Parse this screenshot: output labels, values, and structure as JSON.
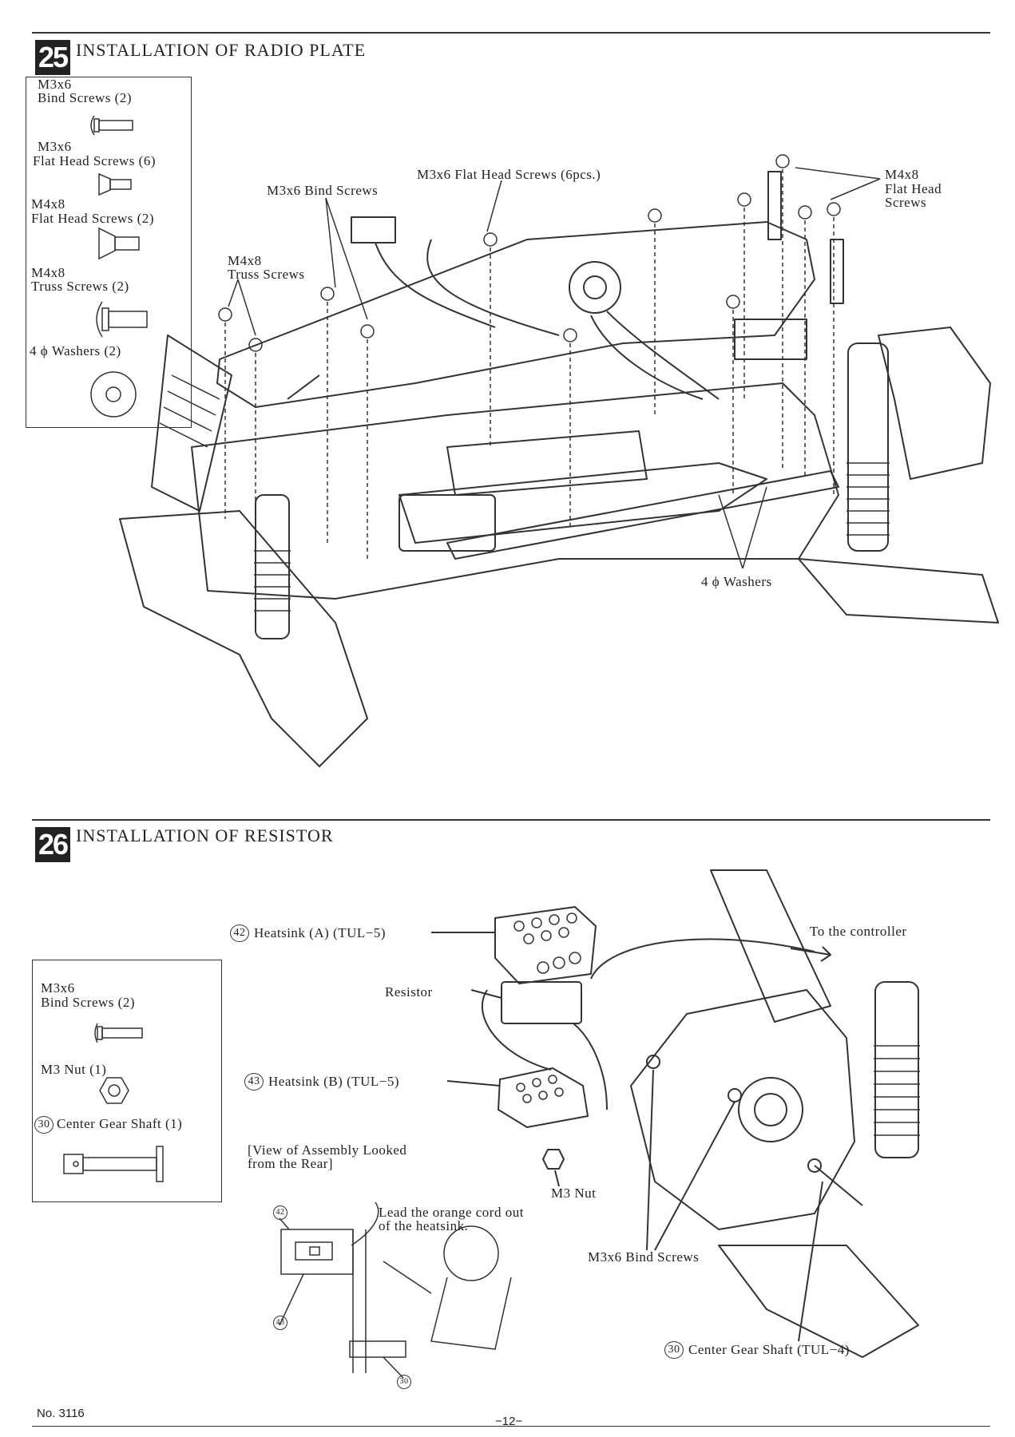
{
  "step25": {
    "number": "25",
    "title": "INSTALLATION OF RADIO PLATE",
    "parts": [
      {
        "size": "M3x6",
        "name": "Bind Screws (2)"
      },
      {
        "size": "M3x6",
        "name": "Flat Head Screws (6)"
      },
      {
        "size": "M4x8",
        "name": "Flat Head Screws (2)"
      },
      {
        "size": "M4x8",
        "name": "Truss Screws (2)"
      },
      {
        "size": "",
        "name": "4 ϕ Washers (2)"
      }
    ],
    "callouts": {
      "flat_head_6": "M3x6 Flat Head Screws (6pcs.)",
      "bind": "M3x6 Bind Screws",
      "truss_l1": "M4x8",
      "truss_l2": "Truss Screws",
      "m4_l1": "M4x8",
      "m4_l2": "Flat Head",
      "m4_l3": "Screws",
      "washers": "4 ϕ Washers"
    }
  },
  "step26": {
    "number": "26",
    "title": "INSTALLATION OF RESISTOR",
    "parts": {
      "p1_size": "M3x6",
      "p1_name": "Bind Screws (2)",
      "p2_name": "M3 Nut (1)",
      "p3_num": "30",
      "p3_name": "Center Gear Shaft (1)"
    },
    "callouts": {
      "heatsink_a_num": "42",
      "heatsink_a": "Heatsink (A) (TUL−5)",
      "resistor": "Resistor",
      "heatsink_b_num": "43",
      "heatsink_b": "Heatsink (B) (TUL−5)",
      "to_controller": "To the controller",
      "view_l1": "[View of Assembly Looked",
      "view_l2": "from the Rear]",
      "lead_l1": "Lead the orange cord out",
      "lead_l2": "of the heatsink.",
      "m3_nut": "M3 Nut",
      "bind": "M3x6 Bind Screws",
      "shaft_num": "30",
      "shaft": "Center Gear Shaft (TUL−4)",
      "inset_42": "42",
      "inset_43": "43",
      "inset_30": "30"
    }
  },
  "footer": {
    "model_no": "No. 3116",
    "page": "−12−"
  }
}
